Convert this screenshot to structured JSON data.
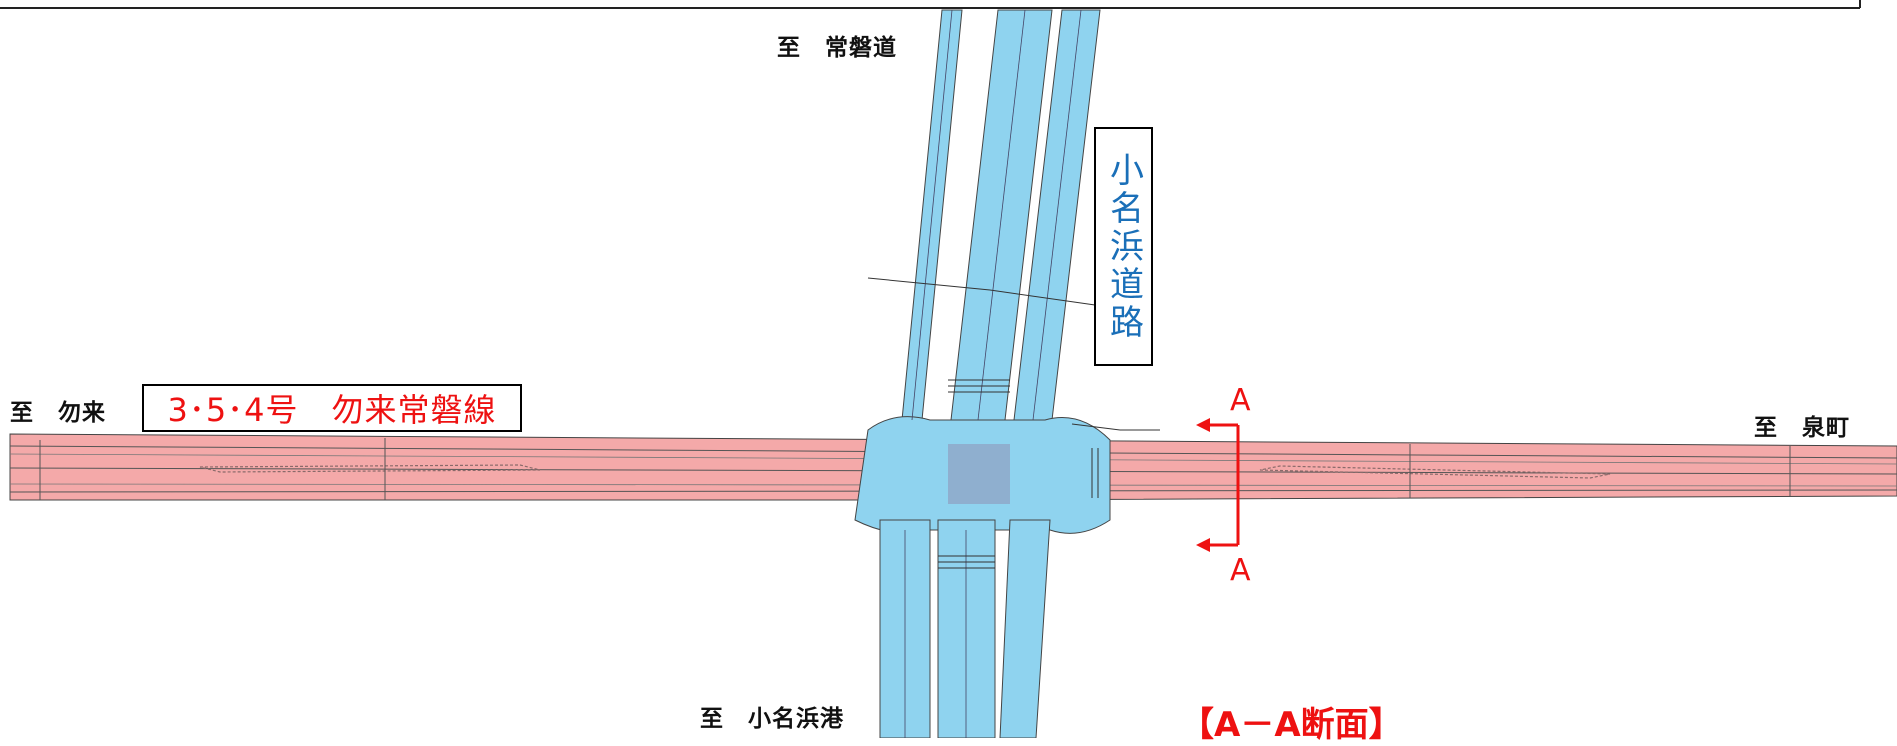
{
  "labels": {
    "north": "至　常磐道",
    "west": "至　勿来",
    "east": "至　泉町",
    "south": "至　小名浜港"
  },
  "route_label": "3･5･4号　勿来常磐線",
  "cross_road_label": "小名浜道路",
  "section_marker": {
    "top": "A",
    "bottom": "A"
  },
  "section_title": "【A－A断面】",
  "colors": {
    "east_west_road": "#f4a9a9",
    "north_south_road": "#8fd3ef",
    "overlap": "#8fa8c9",
    "route_text": "#ee1111",
    "cross_road_text": "#1a6fb8",
    "section_marker": "#ee1111"
  }
}
